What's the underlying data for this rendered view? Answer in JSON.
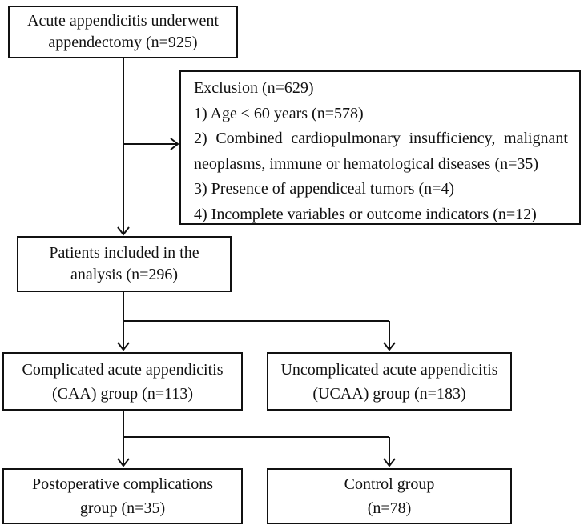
{
  "diagram": {
    "nodes": {
      "appendectomy": {
        "lines": [
          "Acute appendicitis underwent",
          "appendectomy (n=925)"
        ]
      },
      "exclusion": {
        "title": "Exclusion (n=629)",
        "items": [
          "1) Age ≤ 60 years (n=578)",
          "2) Combined cardiopulmonary insufficiency, malignant neoplasms, immune or hematological diseases (n=35)",
          "3) Presence of appendiceal tumors (n=4)",
          "4) Incomplete variables or outcome indicators (n=12)"
        ]
      },
      "included": {
        "lines": [
          "Patients included in the",
          "analysis (n=296)"
        ]
      },
      "caa": {
        "lines": [
          "Complicated acute appendicitis",
          "(CAA) group (n=113)"
        ]
      },
      "ucaa": {
        "lines": [
          "Uncomplicated acute appendicitis",
          "(UCAA) group (n=183)"
        ]
      },
      "postop": {
        "lines": [
          "Postoperative complications",
          "group (n=35)"
        ]
      },
      "control": {
        "lines": [
          "Control group",
          "(n=78)"
        ]
      }
    },
    "edges": [
      {
        "from": "appendectomy",
        "to": "included"
      },
      {
        "from": "appendectomy",
        "to": "exclusion"
      },
      {
        "from": "included",
        "to": "caa"
      },
      {
        "from": "included",
        "to": "ucaa"
      },
      {
        "from": "caa",
        "to": "postop"
      },
      {
        "from": "caa",
        "to": "control"
      }
    ],
    "colors": {
      "line": "#111111",
      "text": "#111111",
      "background": "#ffffff"
    }
  }
}
